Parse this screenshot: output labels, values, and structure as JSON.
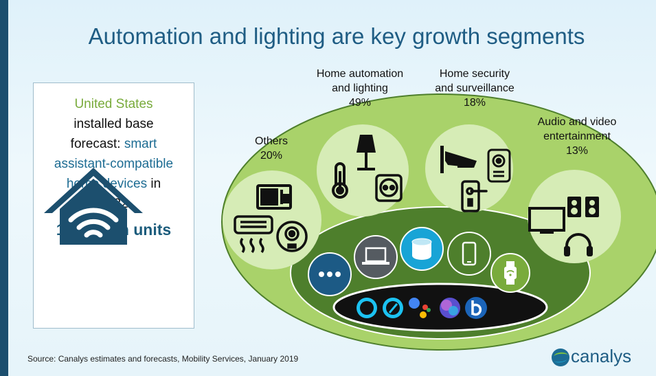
{
  "title": "Automation and lighting are key growth segments",
  "infobox": {
    "line1": "United States",
    "line2": "installed base",
    "line3a": "forecast: ",
    "line3b": "smart",
    "line4": "assistant-compatible",
    "line5a": "home devices",
    "line5b": " in",
    "line6": "2022",
    "units": "1.6 billion units"
  },
  "segments": [
    {
      "name": "Home automation",
      "name2": "and lighting",
      "value": "49%"
    },
    {
      "name": "Home security",
      "name2": "and surveillance",
      "value": "18%"
    },
    {
      "name": "Audio and video",
      "name2": "entertainment",
      "value": "13%"
    },
    {
      "name": "Others",
      "value": "20%"
    }
  ],
  "source": "Source: Canalys estimates and forecasts, Mobility Services, January 2019",
  "logo": "canalys",
  "colors": {
    "title": "#1f5d84",
    "dark_blue": "#1c4f6e",
    "green_light": "#a9d26a",
    "green_dark": "#4e7f2c",
    "circle_fill": "#d6ecb6",
    "label_green": "#79ab3c"
  },
  "icons": [
    "microwave-icon",
    "air-conditioner-icon",
    "robot-vacuum-icon",
    "lamp-icon",
    "thermometer-icon",
    "power-socket-icon",
    "security-camera-icon",
    "door-lock-icon",
    "video-doorbell-icon",
    "television-icon",
    "speakers-icon",
    "headphones-icon",
    "more-icon",
    "laptop-icon",
    "smart-speaker-icon",
    "smartphone-icon",
    "smartwatch-icon",
    "alexa-icon",
    "google-assistant-icon",
    "siri-icon",
    "bixby-icon",
    "home-wifi-icon",
    "canalys-logo-icon"
  ]
}
